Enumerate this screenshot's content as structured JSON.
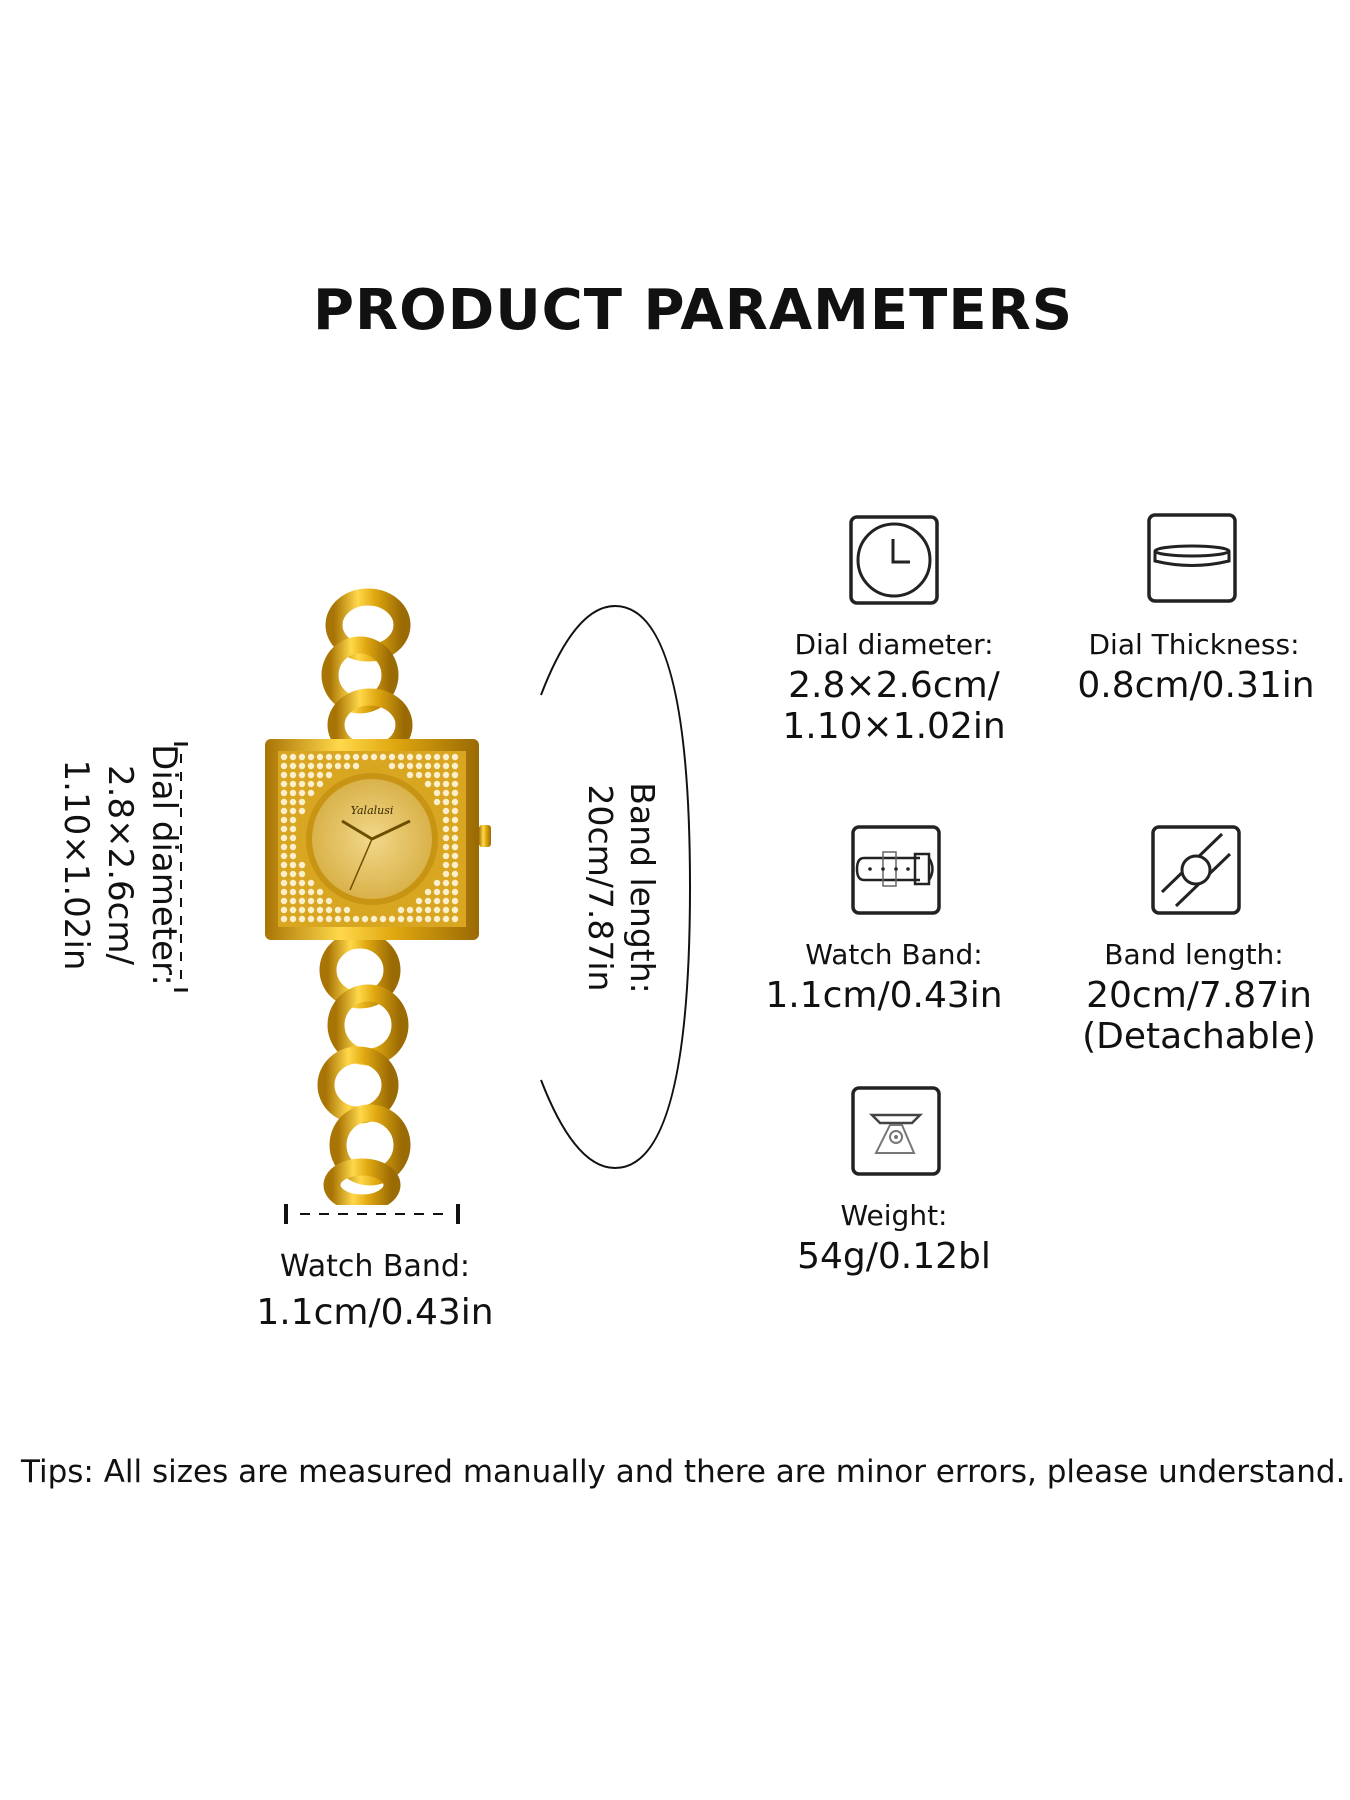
{
  "title": "PRODUCT PARAMETERS",
  "diagram": {
    "dial_label": "Dial diameter:",
    "dial_value_1": "2.8×2.6cm/",
    "dial_value_2": "1.10×1.02in",
    "band_length_label": "Band length:",
    "band_length_value": "20cm/7.87in",
    "band_width_label": "Watch Band:",
    "band_width_value": "1.1cm/0.43in",
    "brand_logo": "Yalalusi"
  },
  "params": [
    {
      "icon": "clock-icon",
      "label": "Dial diameter:",
      "value": [
        "2.8×2.6cm/",
        "1.10×1.02in"
      ]
    },
    {
      "icon": "dial-thickness-icon",
      "label": "Dial Thickness:",
      "value": [
        "0.8cm/0.31in"
      ]
    },
    {
      "icon": "watch-band-icon",
      "label": "Watch Band:",
      "value": [
        "1.1cm/0.43in"
      ]
    },
    {
      "icon": "band-length-icon",
      "label": "Band length:",
      "value": [
        "20cm/7.87in",
        "(Detachable)"
      ]
    },
    {
      "icon": "scale-icon",
      "label": "Weight:",
      "value": [
        "54g/0.12bl"
      ]
    }
  ],
  "tips": "Tips: All sizes are measured manually and there are minor errors, please understand.",
  "colors": {
    "gold": "#e0a810",
    "gold_dark": "#a87405",
    "text": "#111111"
  }
}
